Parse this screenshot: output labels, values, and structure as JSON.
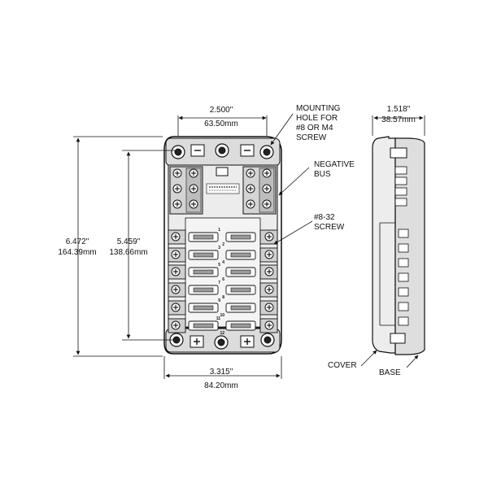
{
  "dimensions": {
    "top_width_in": "2.500\"",
    "top_width_mm": "63.50mm",
    "overall_height_in": "6.472\"",
    "overall_height_mm": "164.39mm",
    "inner_height_in": "5.459\"",
    "inner_height_mm": "138.66mm",
    "bottom_width_in": "3.315\"",
    "bottom_width_mm": "84.20mm",
    "side_depth_in": "1.518\"",
    "side_depth_mm": "38.57mm"
  },
  "callouts": {
    "mounting_hole": [
      "MOUNTING",
      "HOLE FOR",
      "#8 OR M4",
      "SCREW"
    ],
    "negative_bus": [
      "NEGATIVE",
      "BUS"
    ],
    "screw": [
      "#8-32",
      "SCREW"
    ],
    "cover": "COVER",
    "base": "BASE"
  },
  "logo_text": "BLUE SEA SYSTEMS",
  "fuse_numbers": [
    "1",
    "2",
    "3",
    "4",
    "5",
    "6",
    "7",
    "8",
    "9",
    "10",
    "11",
    "12"
  ]
}
